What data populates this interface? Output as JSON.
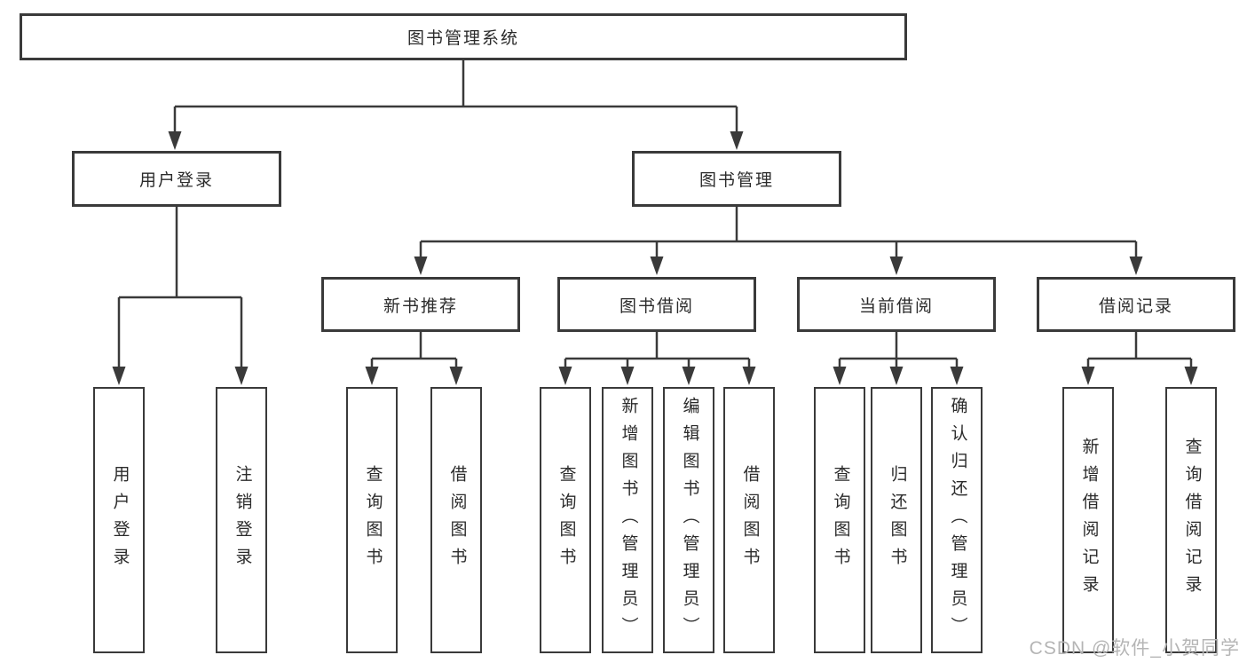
{
  "diagram": {
    "title": "图书管理系统",
    "type": "hierarchy-tree",
    "watermark": "CSDN @软件_小贺同学"
  },
  "colors": {
    "line": "#3a3a3a",
    "box_border": "#3a3a3a",
    "text": "#2b2b2b",
    "watermark": "#b5b5b5",
    "background": "#ffffff"
  },
  "nodes": {
    "root": {
      "label": "图书管理系统"
    },
    "user_login": {
      "label": "用户登录"
    },
    "book_mgmt": {
      "label": "图书管理"
    },
    "new_book_rec": {
      "label": "新书推荐"
    },
    "book_borrow": {
      "label": "图书借阅"
    },
    "current_borrow": {
      "label": "当前借阅"
    },
    "borrow_record": {
      "label": "借阅记录"
    },
    "leaf_user_login": {
      "label": "用户登录"
    },
    "leaf_logout": {
      "label": "注销登录"
    },
    "nb_query": {
      "label": "查询图书"
    },
    "nb_borrow": {
      "label": "借阅图书"
    },
    "bb_query": {
      "label": "查询图书"
    },
    "bb_add": {
      "label": "新增图书（管理员）"
    },
    "bb_edit": {
      "label": "编辑图书（管理员）"
    },
    "bb_borrow": {
      "label": "借阅图书"
    },
    "cb_query": {
      "label": "查询图书"
    },
    "cb_return": {
      "label": "归还图书"
    },
    "cb_confirm": {
      "label": "确认归还（管理员）"
    },
    "br_add": {
      "label": "新增借阅记录"
    },
    "br_query": {
      "label": "查询借阅记录"
    }
  },
  "edges": {
    "root": [
      "user_login",
      "book_mgmt"
    ],
    "user_login": [
      "leaf_user_login",
      "leaf_logout"
    ],
    "book_mgmt": [
      "new_book_rec",
      "book_borrow",
      "current_borrow",
      "borrow_record"
    ],
    "new_book_rec": [
      "nb_query",
      "nb_borrow"
    ],
    "book_borrow": [
      "bb_query",
      "bb_add",
      "bb_edit",
      "bb_borrow"
    ],
    "current_borrow": [
      "cb_query",
      "cb_return",
      "cb_confirm"
    ],
    "borrow_record": [
      "br_add",
      "br_query"
    ]
  }
}
